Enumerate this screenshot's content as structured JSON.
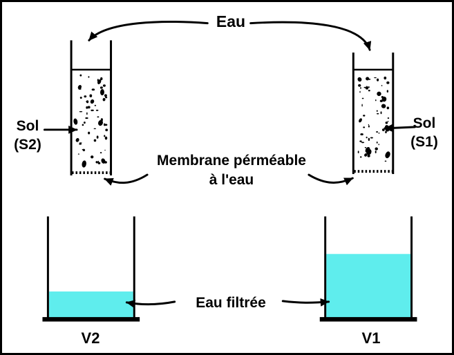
{
  "labels": {
    "eau": "Eau",
    "membrane_line1": "Membrane pérméable",
    "membrane_line2": "à l'eau",
    "sol_left_line1": "Sol",
    "sol_left_line2": "(S2)",
    "sol_right_line1": "Sol",
    "sol_right_line2": "(S1)",
    "eau_filtree": "Eau filtrée",
    "beaker_left": "V2",
    "beaker_right": "V1"
  },
  "colors": {
    "water": "#5FEDED",
    "ink": "#000000",
    "background": "#FFFFFF"
  }
}
